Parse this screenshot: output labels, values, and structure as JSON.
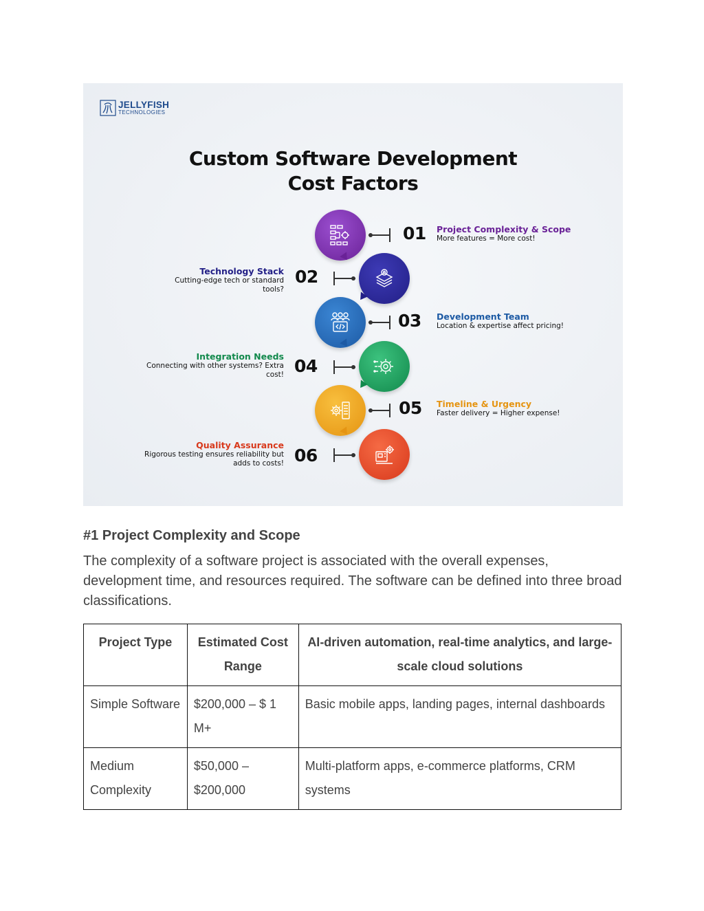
{
  "infographic": {
    "logo": {
      "name": "JELLYFISH",
      "sub": "TECHNOLOGIES"
    },
    "title_line1": "Custom Software Development",
    "title_line2": "Cost Factors",
    "factors": [
      {
        "number": "01",
        "title": "Project Complexity & Scope",
        "desc_line1": "More features = More cost!",
        "desc_line2": "",
        "color": "#7b2fa8",
        "icon": "flowchart-icon"
      },
      {
        "number": "02",
        "title": "Technology Stack",
        "desc_line1": "Cutting-edge tech or standard",
        "desc_line2": "tools?",
        "color": "#2d2a9e",
        "icon": "layers-target-icon"
      },
      {
        "number": "03",
        "title": "Development Team",
        "desc_line1": "Location & expertise affect pricing!",
        "desc_line2": "",
        "color": "#2b6cb8",
        "icon": "team-code-icon"
      },
      {
        "number": "04",
        "title": "Integration Needs",
        "desc_line1": "Connecting with other systems? Extra",
        "desc_line2": "cost!",
        "color": "#1fa463",
        "icon": "gear-circuit-icon"
      },
      {
        "number": "05",
        "title": "Timeline & Urgency",
        "desc_line1": "Faster delivery = Higher expense!",
        "desc_line2": "",
        "color": "#f0a81c",
        "icon": "gear-document-icon"
      },
      {
        "number": "06",
        "title": "Quality Assurance",
        "desc_line1": "Rigorous testing ensures reliability but",
        "desc_line2": "adds to costs!",
        "color": "#e8472a",
        "icon": "machine-gear-icon"
      }
    ]
  },
  "section": {
    "heading": "#1 Project Complexity and Scope",
    "paragraph": "The complexity of a software project is associated with the overall expenses, development time, and resources required. The software can be defined into three broad  classifications."
  },
  "table": {
    "headers": [
      "Project Type",
      "Estimated Cost Range",
      "AI-driven automation, real-time analytics, and large-scale cloud solutions"
    ],
    "rows": [
      [
        "Simple Software",
        "$200,000 – $ 1 M+",
        "Basic mobile apps, landing pages, internal dashboards"
      ],
      [
        "Medium Complexity",
        "$50,000 – $200,000",
        "Multi-platform apps, e-commerce platforms, CRM systems"
      ]
    ]
  }
}
